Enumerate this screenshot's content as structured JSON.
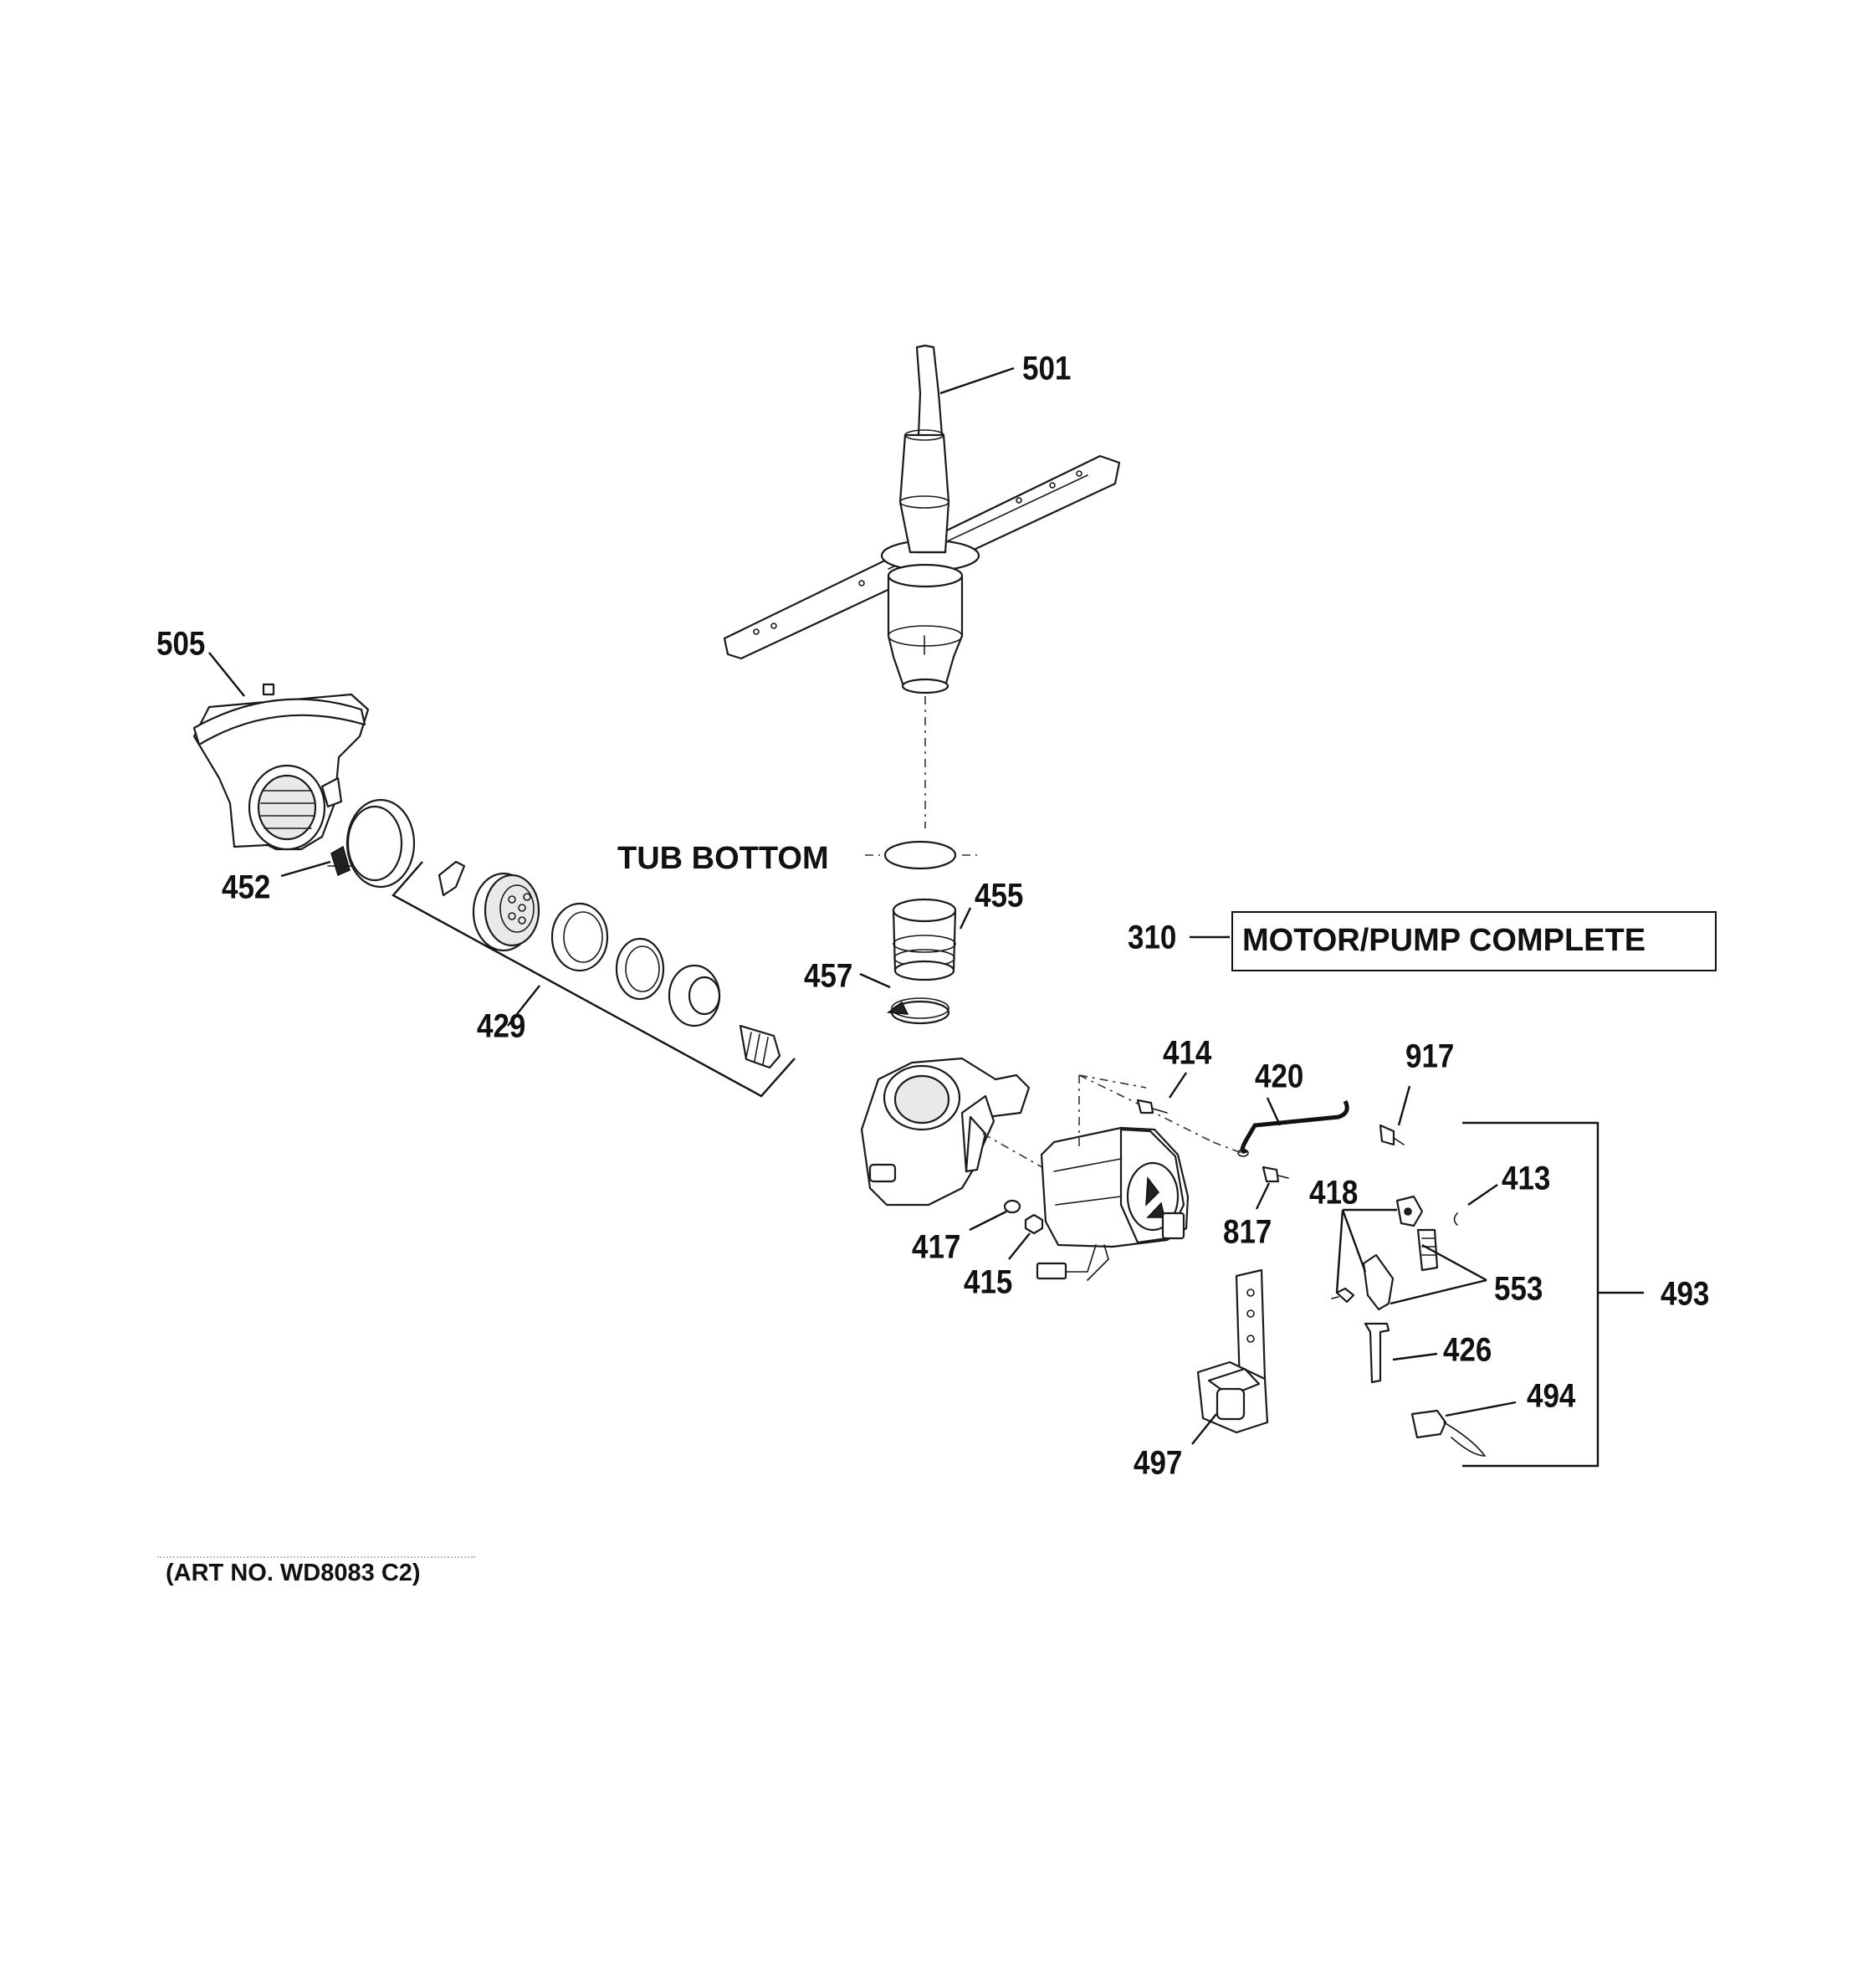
{
  "callouts": {
    "c501": "501",
    "c505": "505",
    "c452": "452",
    "c429": "429",
    "c455": "455",
    "c457": "457",
    "c310": "310",
    "c414": "414",
    "c420": "420",
    "c917": "917",
    "c413": "413",
    "c418": "418",
    "c817": "817",
    "c417": "417",
    "c415": "415",
    "c553": "553",
    "c493": "493",
    "c426": "426",
    "c494": "494",
    "c497": "497"
  },
  "labels": {
    "tub_bottom": "TUB BOTTOM",
    "motor_pump_complete": "MOTOR/PUMP COMPLETE",
    "art_number": "(ART NO. WD8083 C2)"
  }
}
